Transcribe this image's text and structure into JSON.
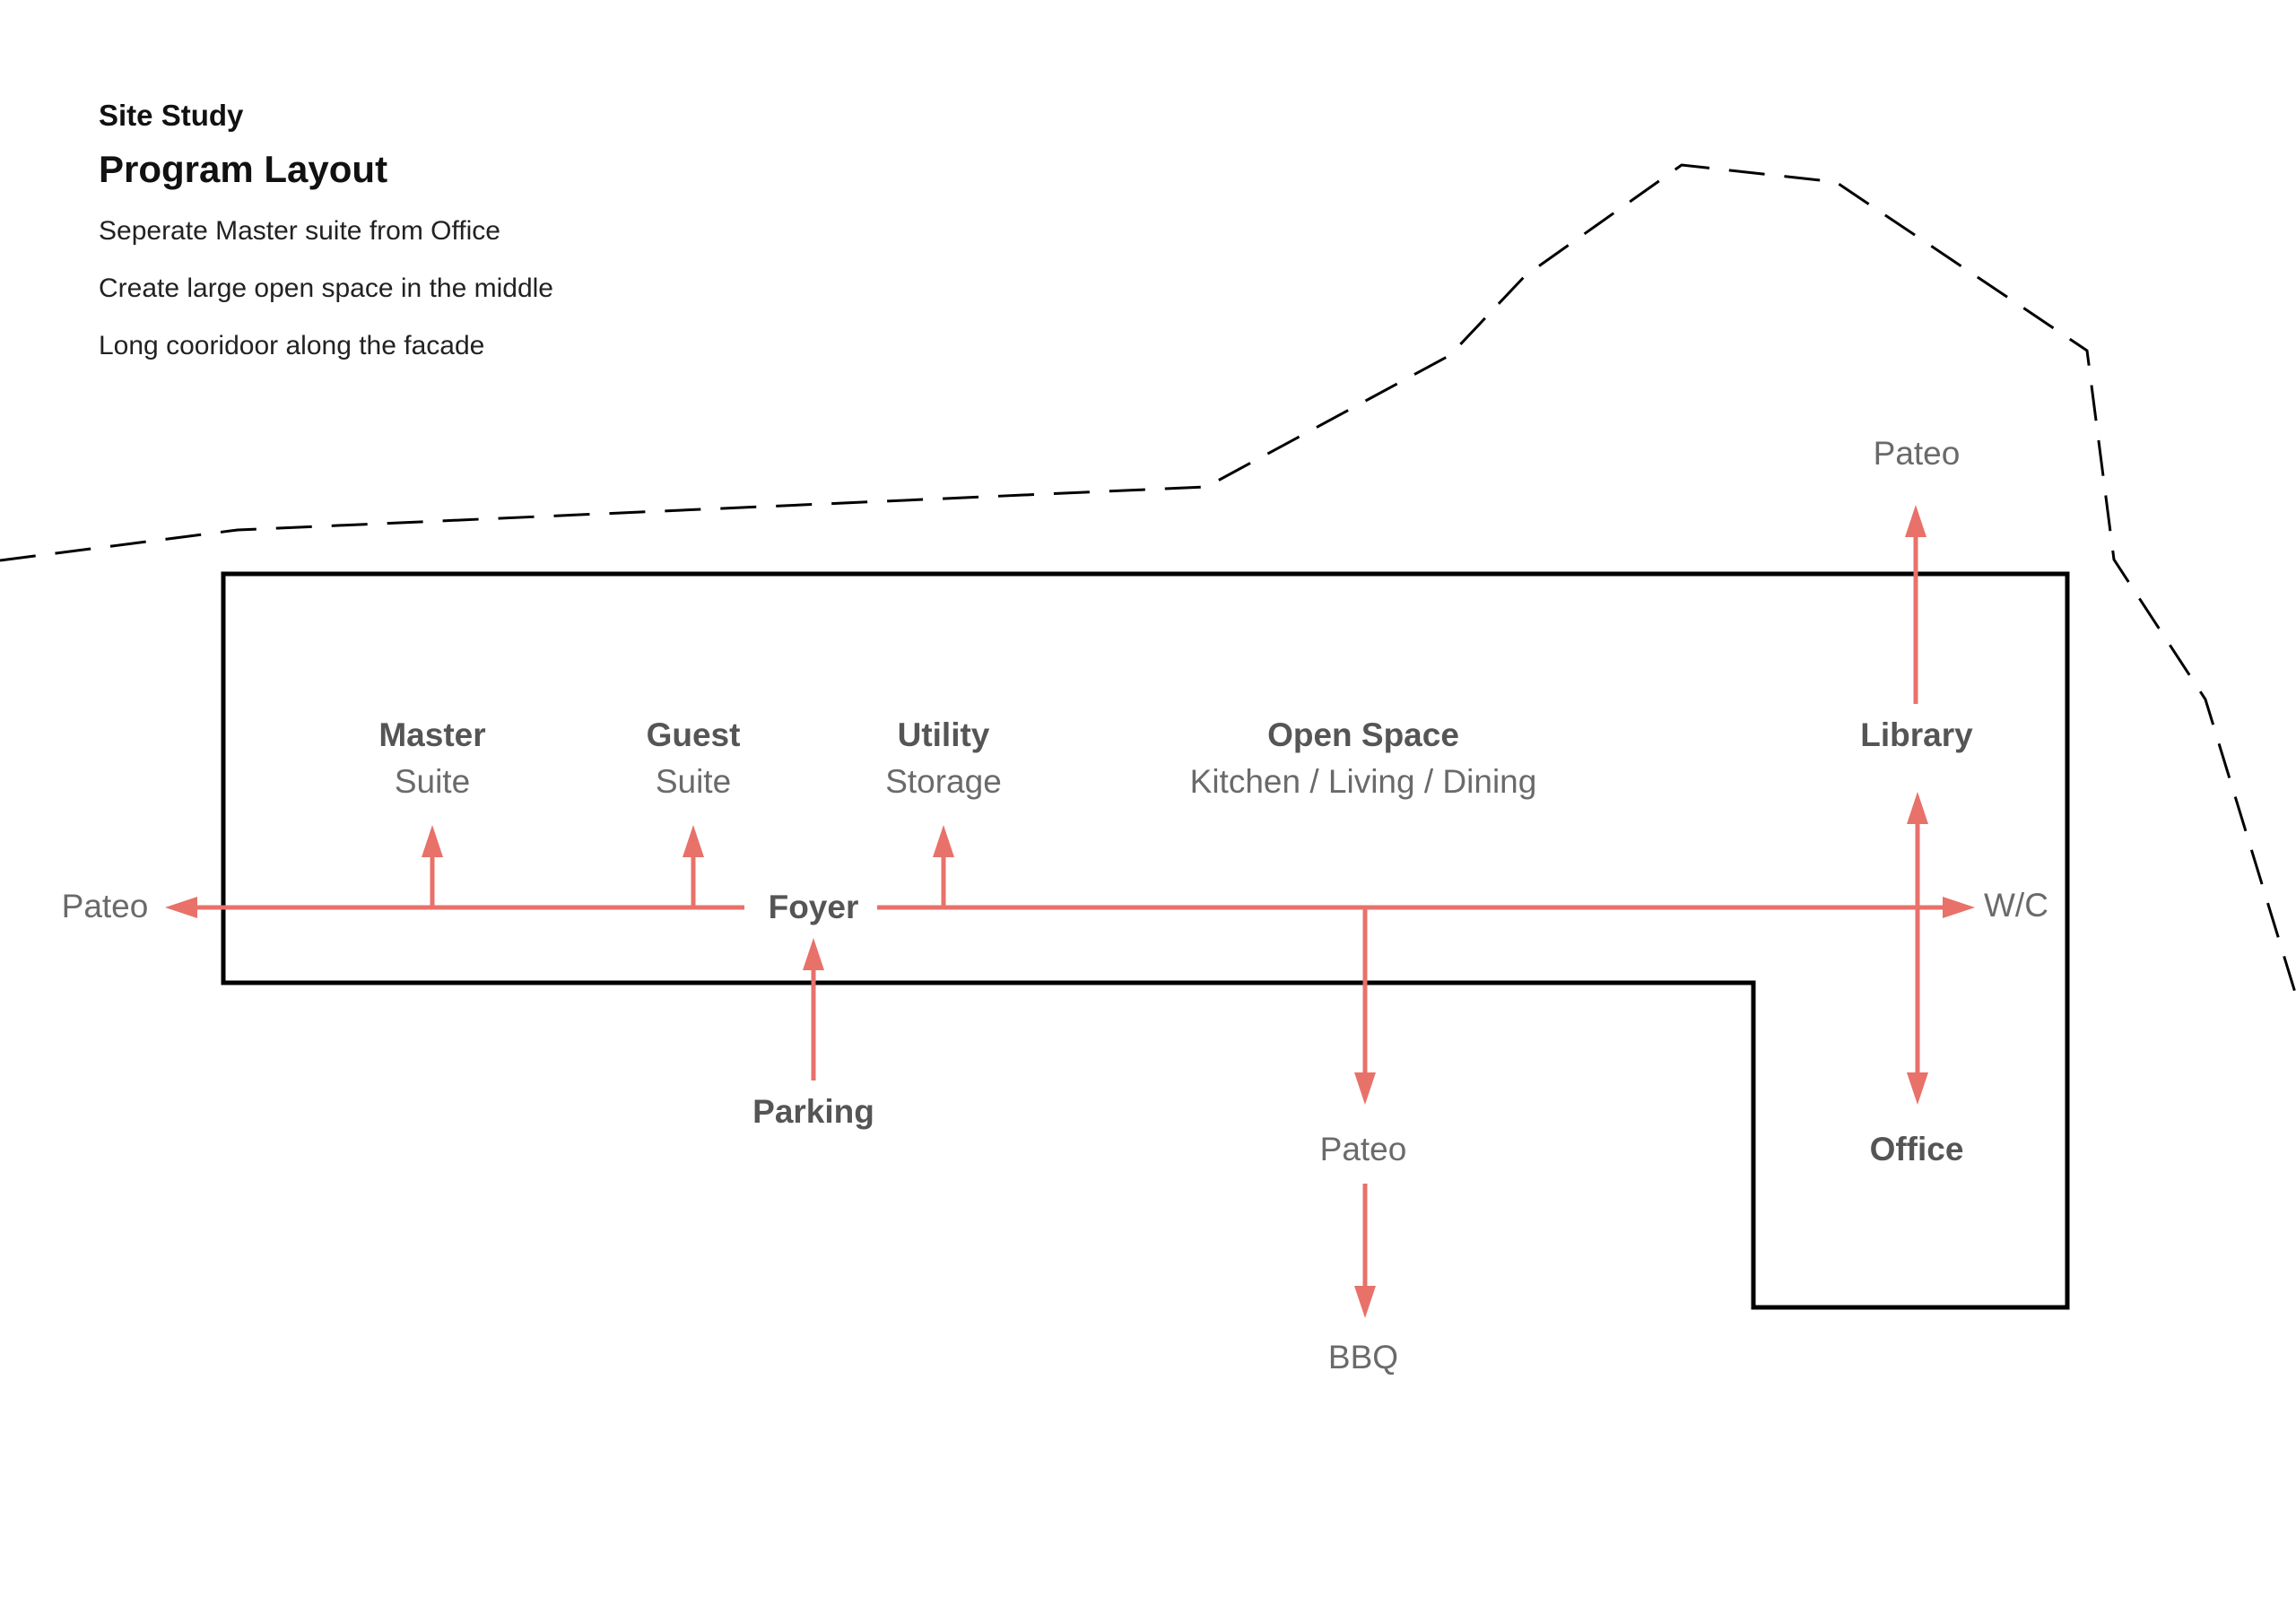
{
  "header": {
    "subtitle": "Site Study",
    "title": "Program Layout",
    "notes": [
      "Seperate Master suite from Office",
      "Create large open space in the middle",
      "Long cooridoor along the facade"
    ]
  },
  "rooms": {
    "master": {
      "name": "Master",
      "sub": "Suite"
    },
    "guest": {
      "name": "Guest",
      "sub": "Suite"
    },
    "utility": {
      "name": "Utility",
      "sub": "Storage"
    },
    "open_space": {
      "name": "Open Space",
      "sub": "Kitchen / Living / Dining"
    },
    "library": {
      "name": "Library"
    },
    "foyer": {
      "name": "Foyer"
    },
    "parking": {
      "name": "Parking"
    },
    "office": {
      "name": "Office"
    }
  },
  "outdoor": {
    "pateo_west": "Pateo",
    "pateo_north": "Pateo",
    "pateo_south": "Pateo",
    "wc": "W/C",
    "bbq": "BBQ"
  },
  "colors": {
    "flow": "#e8716a",
    "outline": "#000000",
    "label": "#555555"
  }
}
